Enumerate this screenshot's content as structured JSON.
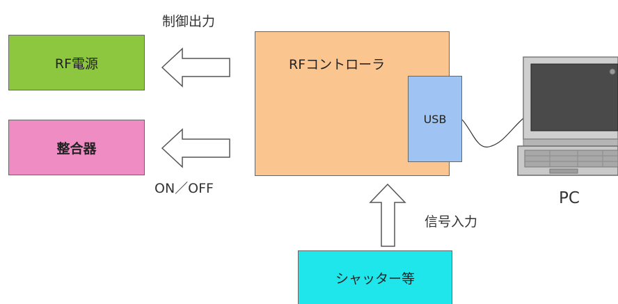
{
  "nodes": {
    "rf_power": {
      "label": "RF電源",
      "color": "#8dc63f"
    },
    "matcher": {
      "label": "整合器",
      "color": "#f08cc4"
    },
    "rf_controller": {
      "label": "RFコントローラ",
      "color": "#fbc58f"
    },
    "usb": {
      "label": "USB",
      "color": "#9fc3f2"
    },
    "shutter": {
      "label": "シャッター等",
      "color": "#1fe6ea"
    },
    "pc": {
      "label": "PC"
    }
  },
  "edge_labels": {
    "control_output": "制御出力",
    "on_off": "ON／OFF",
    "signal_input": "信号入力"
  }
}
